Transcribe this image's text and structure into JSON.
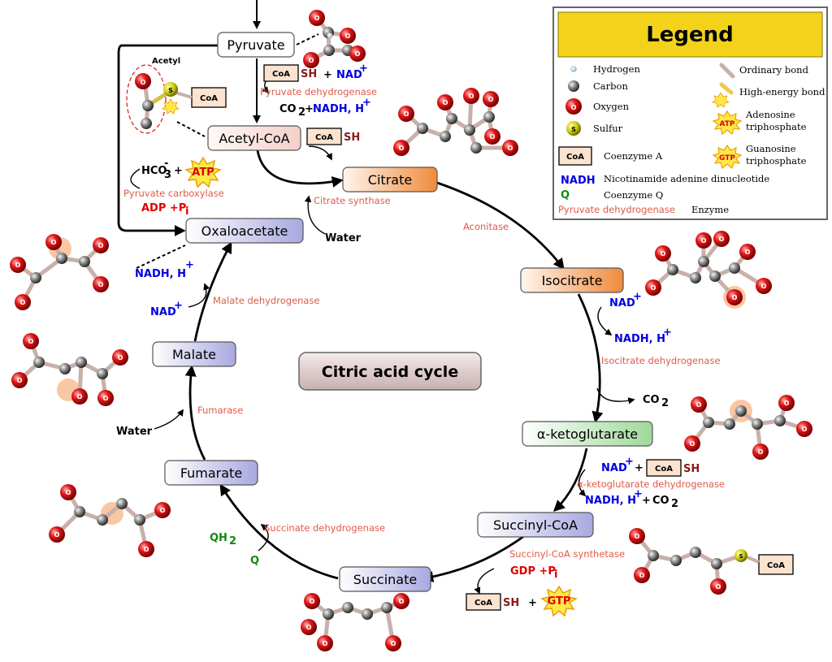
{
  "title": "Citric acid cycle",
  "acetyl_label": "Acetyl",
  "nodes": {
    "pyruvate": "Pyruvate",
    "acetyl_coa": "Acetyl-CoA",
    "citrate": "Citrate",
    "isocitrate": "Isocitrate",
    "alpha_kg": "α-ketoglutarate",
    "succinyl_coa": "Succinyl-CoA",
    "succinate": "Succinate",
    "fumarate": "Fumarate",
    "malate": "Malate",
    "oxaloacetate": "Oxaloacetate"
  },
  "enzymes": {
    "pyruvate_dh": "Pyruvate dehydrogenase",
    "pyruvate_carb": "Pyruvate carboxylase",
    "citrate_synthase": "Citrate synthase",
    "aconitase": "Aconitase",
    "isocitrate_dh": "Isocitrate dehydrogenase",
    "akg_dh": "α-ketoglutarate dehydrogenase",
    "succinyl_synth": "Succinyl-CoA synthetase",
    "succinate_dh": "Succinate dehydrogenase",
    "fumarase": "Fumarase",
    "malate_dh": "Malate dehydrogenase"
  },
  "species": {
    "coa": "CoA",
    "sh": "SH",
    "plus": "+",
    "nad": "NAD",
    "nadh": "NADH, H",
    "sup_plus": "+",
    "co2": "CO",
    "sub2": "2",
    "sub3": "3",
    "hco3": "HCO",
    "hco3_sup": "-",
    "atp": "ATP",
    "adp": "ADP +P",
    "gdp": "GDP +P",
    "sub_i": "i",
    "gtp": "GTP",
    "water": "Water",
    "qh": "QH",
    "q": "Q",
    "s": "S",
    "o": "O"
  },
  "legend": {
    "title": "Legend",
    "hydrogen": "Hydrogen",
    "carbon": "Carbon",
    "oxygen": "Oxygen",
    "sulfur": "Sulfur",
    "coenzyme_a": "Coenzyme A",
    "nadh_key": "NADH",
    "nadh_desc": "Nicotinamide adenine dinucleotide",
    "q_key": "Q",
    "q_desc": "Coenzyme Q",
    "enzyme_key": "Pyruvate dehydrogenase",
    "enzyme_desc": "Enzyme",
    "ordinary_bond": "Ordinary bond",
    "high_energy_bond": "High-energy bond",
    "atp_desc_1": "Adenosine",
    "atp_desc_2": "triphosphate",
    "gtp_desc_1": "Guanosine",
    "gtp_desc_2": "triphosphate"
  },
  "colors": {
    "oxygen": "#dd1111",
    "carbon": "#777777",
    "sulfur": "#cccc22",
    "coa_box": "#fbe3cf",
    "legend_header": "#f2d31a",
    "enzyme_text": "#e05a4a",
    "nad_blue": "#0000e0",
    "q_green": "#118811"
  }
}
